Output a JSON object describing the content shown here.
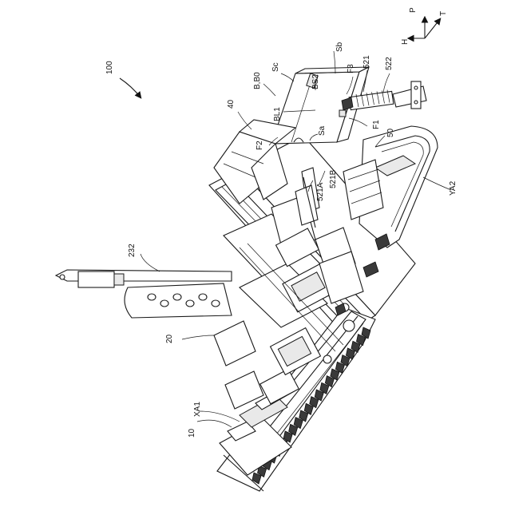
{
  "figure": {
    "labels": {
      "ref_100": "100",
      "ref_10": "10",
      "ref_XA1": "XA1",
      "ref_20": "20",
      "ref_232": "232",
      "ref_40": "40",
      "ref_B_B0": "B,B0",
      "ref_Sc": "Sc",
      "ref_Sb": "Sb",
      "ref_BS2": "BS2",
      "ref_BL1": "BL1",
      "ref_F3": "F3",
      "ref_521": "521",
      "ref_522": "522",
      "ref_F1": "F1",
      "ref_Sa": "Sa",
      "ref_F2": "F2",
      "ref_521A": "521A",
      "ref_521B": "521B",
      "ref_50": "50",
      "ref_YA2": "YA2"
    },
    "axes": {
      "P": "P",
      "T": "T",
      "H": "H"
    }
  }
}
